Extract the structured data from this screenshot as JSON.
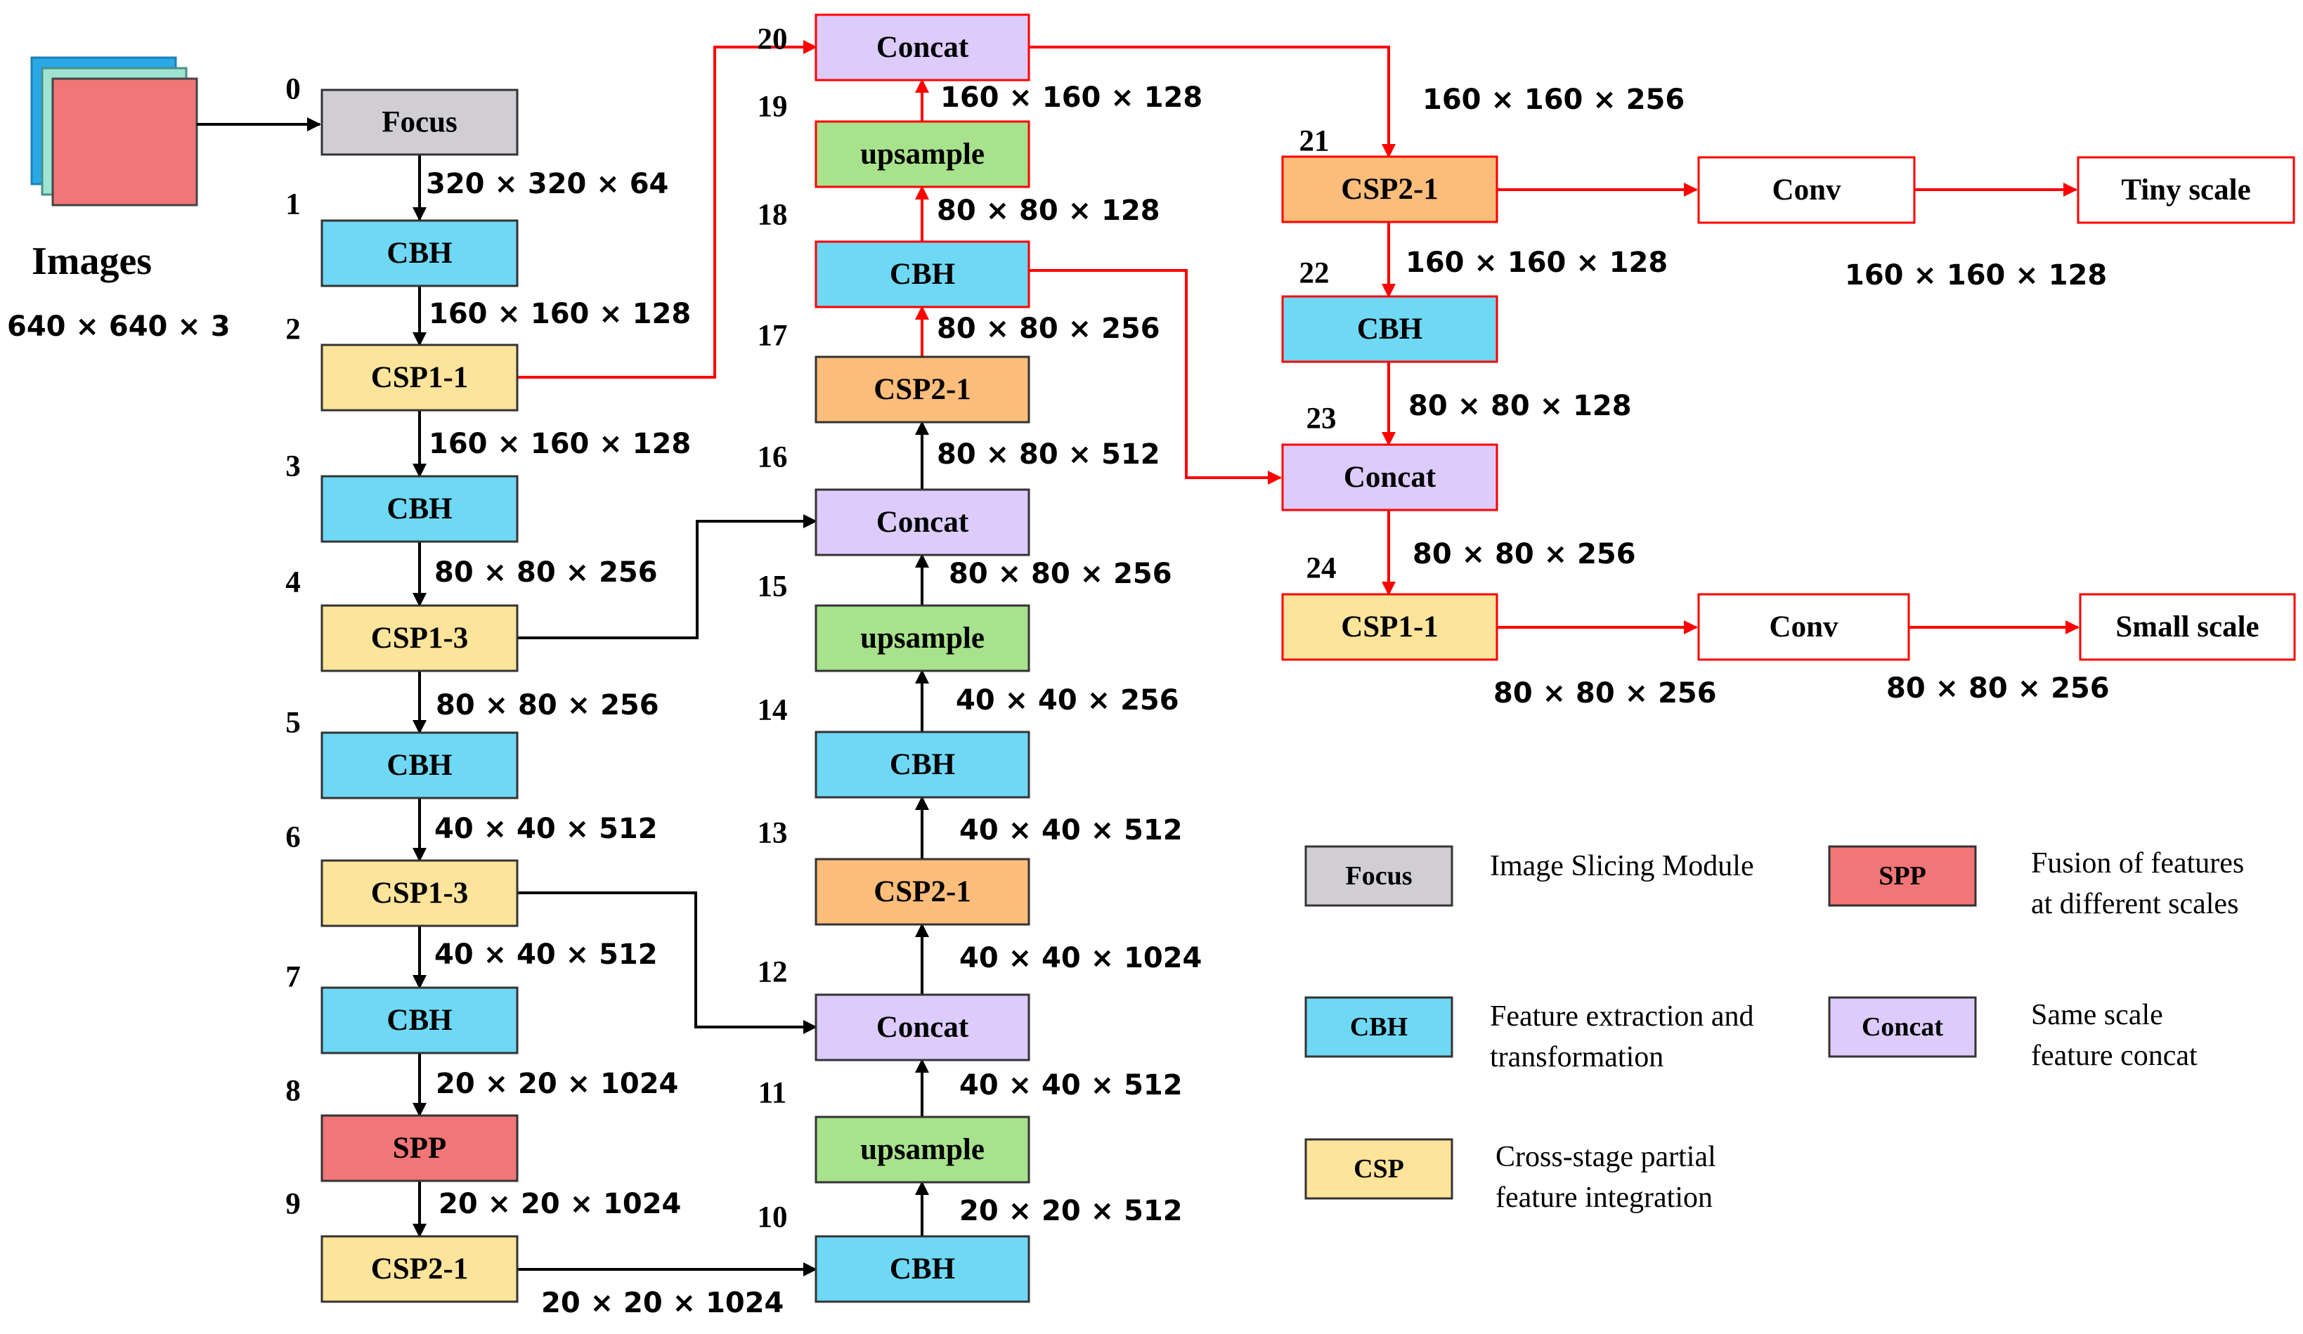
{
  "colors": {
    "Focus": "#d0ced3",
    "CBH": "#6fd8f5",
    "CSP": "#fde49b",
    "SPP": "#f27677",
    "Concat": "#dccbfb",
    "upsample": "#a8e28c",
    "CSP2": "#fbbd7a",
    "white": "#ffffff",
    "red": "#ff0000"
  },
  "input": {
    "label": "Images",
    "size": "640 × 640 × 3"
  },
  "nodes": [
    {
      "id": "n0",
      "label": "Focus",
      "index": "0",
      "kind": "Focus"
    },
    {
      "id": "n1",
      "label": "CBH",
      "index": "1",
      "kind": "CBH"
    },
    {
      "id": "n2",
      "label": "CSP1-1",
      "index": "2",
      "kind": "CSP"
    },
    {
      "id": "n3",
      "label": "CBH",
      "index": "3",
      "kind": "CBH"
    },
    {
      "id": "n4",
      "label": "CSP1-3",
      "index": "4",
      "kind": "CSP"
    },
    {
      "id": "n5",
      "label": "CBH",
      "index": "5",
      "kind": "CBH"
    },
    {
      "id": "n6",
      "label": "CSP1-3",
      "index": "6",
      "kind": "CSP"
    },
    {
      "id": "n7",
      "label": "CBH",
      "index": "7",
      "kind": "CBH"
    },
    {
      "id": "n8",
      "label": "SPP",
      "index": "8",
      "kind": "SPP"
    },
    {
      "id": "n9",
      "label": "CSP2-1",
      "index": "9",
      "kind": "CSP"
    },
    {
      "id": "n10",
      "label": "CBH",
      "index": "10",
      "kind": "CBH"
    },
    {
      "id": "n11",
      "label": "upsample",
      "index": "11",
      "kind": "upsample"
    },
    {
      "id": "n12",
      "label": "Concat",
      "index": "12",
      "kind": "Concat"
    },
    {
      "id": "n13",
      "label": "CSP2-1",
      "index": "13",
      "kind": "CSP2"
    },
    {
      "id": "n14",
      "label": "CBH",
      "index": "14",
      "kind": "CBH"
    },
    {
      "id": "n15",
      "label": "upsample",
      "index": "15",
      "kind": "upsample"
    },
    {
      "id": "n16",
      "label": "Concat",
      "index": "16",
      "kind": "Concat"
    },
    {
      "id": "n17",
      "label": "CSP2-1",
      "index": "17",
      "kind": "CSP2"
    },
    {
      "id": "n18",
      "label": "CBH",
      "index": "18",
      "kind": "CBH",
      "red": true
    },
    {
      "id": "n19",
      "label": "upsample",
      "index": "19",
      "kind": "upsample",
      "red": true
    },
    {
      "id": "n20",
      "label": "Concat",
      "index": "20",
      "kind": "Concat",
      "red": true
    },
    {
      "id": "n21",
      "label": "CSP2-1",
      "index": "21",
      "kind": "CSP2",
      "red": true
    },
    {
      "id": "n22",
      "label": "CBH",
      "index": "22",
      "kind": "CBH",
      "red": true
    },
    {
      "id": "n23",
      "label": "Concat",
      "index": "23",
      "kind": "Concat",
      "red": true
    },
    {
      "id": "n24",
      "label": "CSP1-1",
      "index": "24",
      "kind": "CSP",
      "red": true
    },
    {
      "id": "conv1",
      "label": "Conv",
      "index": "",
      "kind": "white",
      "red": true
    },
    {
      "id": "conv2",
      "label": "Conv",
      "index": "",
      "kind": "white",
      "red": true
    },
    {
      "id": "out1",
      "label": "Tiny scale",
      "index": "",
      "kind": "white",
      "red": true
    },
    {
      "id": "out2",
      "label": "Small scale",
      "index": "",
      "kind": "white",
      "red": true
    }
  ],
  "dims": [
    "320 × 320 × 64",
    "160 × 160 × 128",
    "160 × 160 × 128",
    "80 × 80 × 256",
    "80 × 80 × 256",
    "40 × 40 × 512",
    "40 × 40 × 512",
    "20 × 20 × 1024",
    "20 × 20 × 1024",
    "20 × 20 × 1024",
    "20 × 20 × 512",
    "40 × 40 × 512",
    "40 × 40 × 1024",
    "40 × 40 × 512",
    "40 × 40 × 256",
    "80 × 80 × 256",
    "80 × 80 × 512",
    "80 × 80 × 256",
    "80 × 80 × 128",
    "160 × 160 × 128",
    "160 × 160 × 256",
    "160 × 160 × 128",
    "160 × 160 × 128",
    "80 × 80 × 128",
    "80 × 80 × 256",
    "80 × 80 × 256",
    "80 × 80 × 256"
  ],
  "legend": [
    {
      "key": "Focus",
      "kind": "Focus",
      "text": [
        "Image Slicing Module"
      ]
    },
    {
      "key": "SPP",
      "kind": "SPP",
      "text": [
        "Fusion of features",
        "at different scales"
      ]
    },
    {
      "key": "CBH",
      "kind": "CBH",
      "text": [
        "Feature extraction and",
        "transformation"
      ]
    },
    {
      "key": "Concat",
      "kind": "Concat",
      "text": [
        "Same scale",
        "feature concat"
      ]
    },
    {
      "key": "CSP",
      "kind": "CSP",
      "text": [
        "Cross-stage partial",
        "feature integration"
      ]
    }
  ]
}
